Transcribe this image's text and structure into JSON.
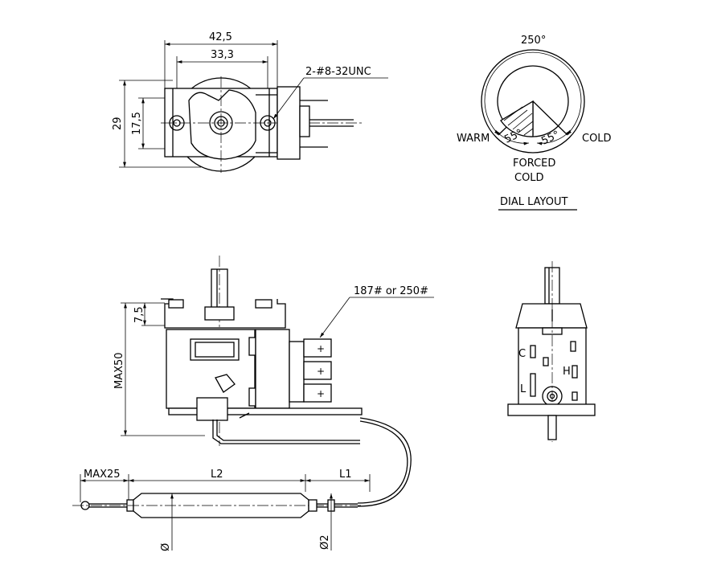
{
  "top_view": {
    "dim_width_outer": "42,5",
    "dim_width_inner": "33,3",
    "dim_height_outer": "29",
    "dim_height_inner": "17,5",
    "thread_note": "2-#8-32UNC"
  },
  "dial": {
    "angle_total": "250°",
    "warm_label": "WARM",
    "cold_label": "COLD",
    "angle_left": "55°",
    "angle_right": "55°",
    "forced_line1": "FORCED",
    "forced_line2": "COLD",
    "caption": "DIAL LAYOUT"
  },
  "front_view": {
    "dim_top": "7,5",
    "dim_max_height": "MAX50",
    "terminal_note": "187# or 250#"
  },
  "side_view": {
    "label_c": "C",
    "label_h": "H",
    "label_l": "L"
  },
  "bulb": {
    "dim_max25": "MAX25",
    "dim_l2": "L2",
    "dim_l1": "L1",
    "dim_dia": "Ø",
    "dim_dia2": "Ø2"
  },
  "colors": {
    "line": "#000000",
    "background": "#ffffff"
  }
}
